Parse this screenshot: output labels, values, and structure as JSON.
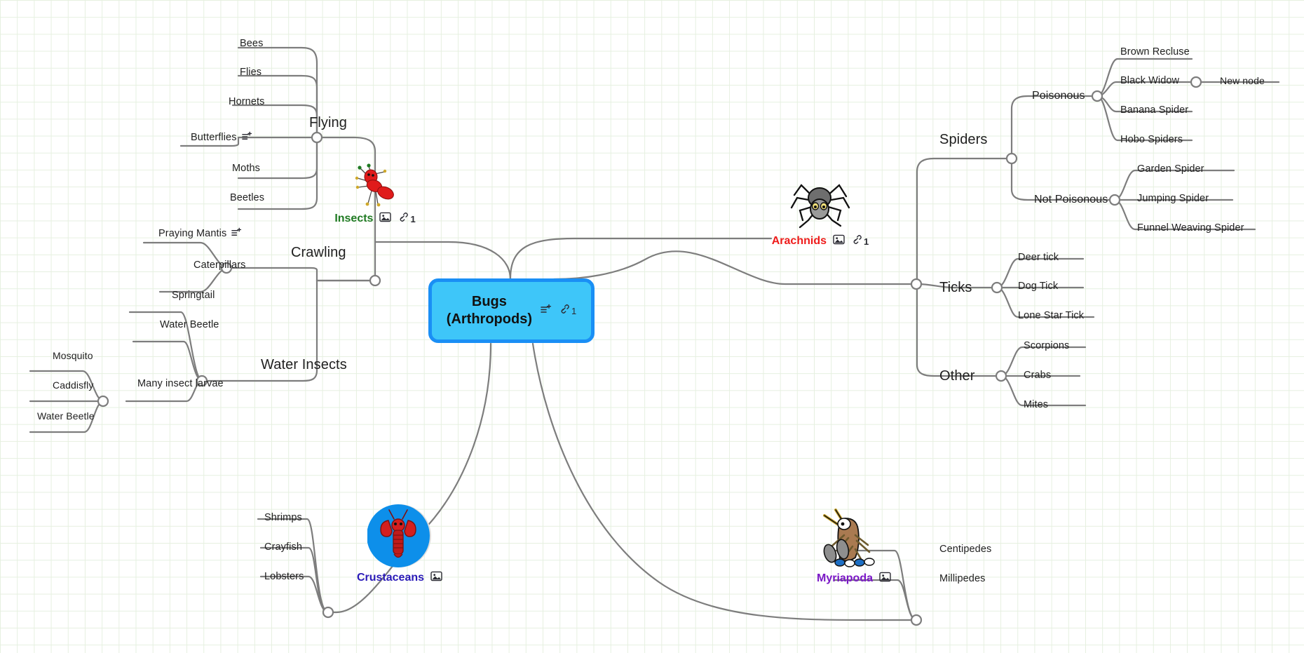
{
  "app": {
    "title": "Bugs (Arthropods) Mind Map",
    "background": "#ffffff",
    "grid_color": "#e6f0e0",
    "edge_color": "#7d7d7d"
  },
  "root": {
    "label_line1": "Bugs",
    "label_line2": "(Arthropods)",
    "fill": "#3ec6f9",
    "border": "#1a8ff5",
    "note_icon": "note-add-icon",
    "link_icon": "link-icon",
    "link_count": "1"
  },
  "branches": {
    "insects": {
      "label": "Insects",
      "color": "#1f7a22",
      "image_icon": "image-icon",
      "link_icon": "link-icon",
      "link_count": "1",
      "thumb": "red-ant-illustration",
      "children": [
        {
          "label": "Flying",
          "children": [
            {
              "label": "Bees"
            },
            {
              "label": "Flies"
            },
            {
              "label": "Hornets"
            },
            {
              "label": "Butterflies",
              "note_icon": "note-add-icon"
            },
            {
              "label": "Moths"
            },
            {
              "label": "Beetles"
            }
          ]
        },
        {
          "label": "Crawling",
          "children": [
            {
              "label": "Praying Mantis",
              "note_icon": "note-add-icon"
            },
            {
              "label": "Caterpillars"
            }
          ]
        },
        {
          "label": "Water Insects",
          "children": [
            {
              "label": "Springtail"
            },
            {
              "label": "Water Beetle"
            },
            {
              "label": "Many insect larvae",
              "children": [
                {
                  "label": "Mosquito"
                },
                {
                  "label": "Caddisfly"
                },
                {
                  "label": "Water Beetle"
                }
              ]
            }
          ]
        }
      ]
    },
    "arachnids": {
      "label": "Arachnids",
      "color": "#ef1b1b",
      "image_icon": "image-icon",
      "link_icon": "link-icon",
      "link_count": "1",
      "thumb": "grey-spider-illustration",
      "children": [
        {
          "label": "Spiders",
          "children": [
            {
              "label": "Poisonous",
              "children": [
                {
                  "label": "Brown Recluse"
                },
                {
                  "label": "Black Widow",
                  "children": [
                    {
                      "label": "New node"
                    }
                  ]
                },
                {
                  "label": "Banana Spider"
                },
                {
                  "label": "Hobo Spiders"
                }
              ]
            },
            {
              "label": "Not Poisonous",
              "children": [
                {
                  "label": "Garden Spider"
                },
                {
                  "label": "Jumping Spider"
                },
                {
                  "label": "Funnel Weaving Spider"
                }
              ]
            }
          ]
        },
        {
          "label": "Ticks",
          "children": [
            {
              "label": "Deer tick"
            },
            {
              "label": "Dog Tick"
            },
            {
              "label": "Lone Star Tick"
            }
          ]
        },
        {
          "label": "Other",
          "children": [
            {
              "label": "Scorpions"
            },
            {
              "label": "Crabs"
            },
            {
              "label": "Mites"
            }
          ]
        }
      ]
    },
    "crustaceans": {
      "label": "Crustaceans",
      "color": "#2a1ab8",
      "image_icon": "image-icon",
      "thumb": "red-lobster-on-blue-circle",
      "children": [
        {
          "label": "Shrimps"
        },
        {
          "label": "Crayfish"
        },
        {
          "label": "Lobsters"
        }
      ]
    },
    "myriapoda": {
      "label": "Myriapoda",
      "color": "#7a17c7",
      "image_icon": "image-icon",
      "thumb": "brown-centipede-illustration",
      "children": [
        {
          "label": "Centipedes"
        },
        {
          "label": "Millipedes"
        }
      ]
    }
  }
}
